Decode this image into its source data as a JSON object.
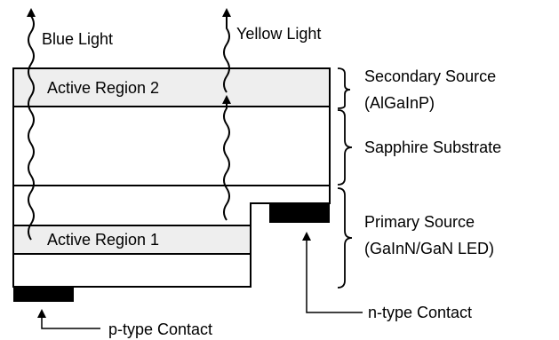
{
  "labels": {
    "blue_light": "Blue Light",
    "yellow_light": "Yellow Light",
    "active_region_2": "Active Region 2",
    "active_region_1": "Active Region 1",
    "secondary_source_line1": "Secondary Source",
    "secondary_source_line2": "(AlGaInP)",
    "sapphire_substrate": "Sapphire Substrate",
    "primary_source_line1": "Primary Source",
    "primary_source_line2": "(GaInN/GaN LED)",
    "p_contact": "p-type Contact",
    "n_contact": "n-type Contact"
  },
  "colors": {
    "active_region_fill": "#eeeeee",
    "stroke": "#000000",
    "contact_fill": "#000000",
    "background": "#ffffff"
  }
}
